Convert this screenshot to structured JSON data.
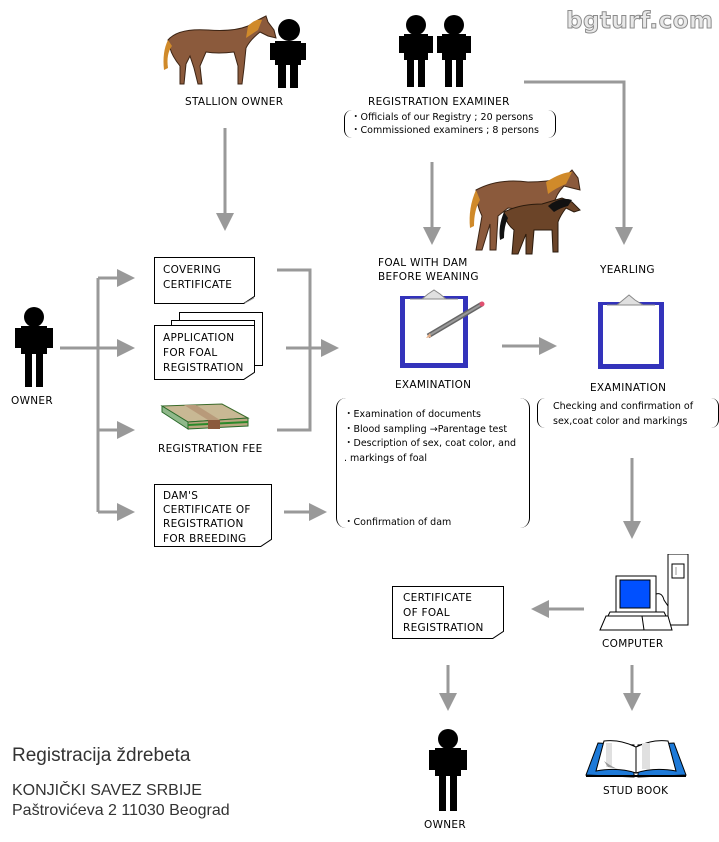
{
  "watermark": "bgturf.com",
  "actors": {
    "stallion_owner": "STALLION OWNER",
    "registration_examiner": "REGISTRATION EXAMINER",
    "owner_left": "OWNER",
    "owner_bottom": "OWNER"
  },
  "examiner_notes": [
    "・Officials of our Registry ; 20 persons",
    "・Commissioned examiners ; 8 persons"
  ],
  "documents": {
    "covering_certificate": [
      "COVERING",
      "CERTIFICATE"
    ],
    "application": [
      "APPLICATION",
      "FOR FOAL",
      "REGISTRATION"
    ],
    "registration_fee": "REGISTRATION FEE",
    "dams_certificate": [
      "DAM'S",
      "CERTIFICATE OF",
      "REGISTRATION",
      "FOR  BREEDING"
    ],
    "certificate_foal": [
      "CERTIFICATE",
      "OF FOAL",
      "REGISTRATION"
    ]
  },
  "stages": {
    "foal_with_dam": [
      "FOAL WITH DAM",
      "BEFORE WEANING"
    ],
    "yearling": "YEARLING",
    "examination_1": "EXAMINATION",
    "examination_2": "EXAMINATION",
    "computer": "COMPUTER",
    "stud_book": "STUD BOOK"
  },
  "examination_1_notes": [
    "・Examination of documents",
    "・Blood sampling →Parentage test",
    "・Description of sex, coat color, and",
    ". markings of foal",
    "・Confirmation of dam"
  ],
  "examination_2_notes": [
    "Checking and confirmation  of",
    "sex,coat color and markings"
  ],
  "caption": {
    "title": "Registracija ždrebeta",
    "org": "KONJIČKI SAVEZ SRBIJE",
    "address": "Paštrovićeva 2 11030 Beograd"
  },
  "colors": {
    "arrow": "#999999",
    "clipboard": "#3333bb",
    "horse_brown": "#8b5a3c",
    "mane": "#d08a2a",
    "screen_blue": "#0050ff",
    "book_blue": "#1e7ad8"
  }
}
